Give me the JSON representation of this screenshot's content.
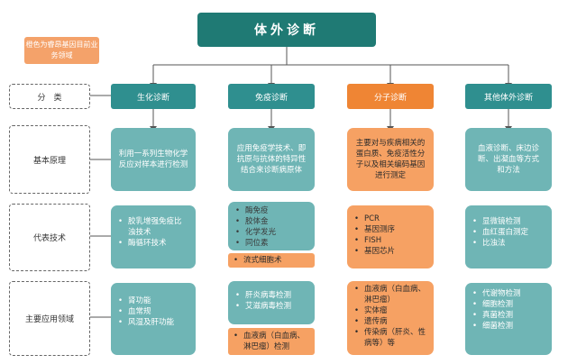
{
  "title": "体外诊断",
  "legend": "橙色为睿昂基因目前业务领域",
  "row_labels": [
    "分　类",
    "基本原理",
    "代表技术",
    "主要应用领域"
  ],
  "columns": [
    {
      "name": "生化诊断",
      "principle": "利用一系列生物化学反应对样本进行检测",
      "techniques": [
        "胶乳增强免疫比浊技术",
        "酶循环技术"
      ],
      "applications": [
        "肾功能",
        "血常规",
        "风湿及肝功能"
      ]
    },
    {
      "name": "免疫诊断",
      "principle": "应用免疫学技术、即抗原与抗体的特异性结合来诊断病原体",
      "techniques": [
        "酶免疫",
        "胶体金",
        "化学发光",
        "同位素"
      ],
      "technique_highlight": "流式细胞术",
      "applications": [
        "肝炎病毒检测",
        "艾滋病毒检测"
      ],
      "application_highlight": "血液病（白血病、淋巴瘤）检测"
    },
    {
      "name": "分子诊断",
      "principle": "主要对与疾病相关的蛋白质、免疫活性分子以及相关编码基因进行测定",
      "techniques": [
        "PCR",
        "基因测序",
        "FISH",
        "基因芯片"
      ],
      "applications": [
        "血液病（白血病、淋巴瘤）",
        "实体瘤",
        "遗传病",
        "传染病（肝炎、性病等）等"
      ]
    },
    {
      "name": "其他体外诊断",
      "principle": "血液诊断、床边诊断、出凝血等方式和方法",
      "techniques": [
        "显微镜检测",
        "血红蛋白测定",
        "比浊法"
      ],
      "applications": [
        "代谢物检测",
        "细胞检测",
        "真菌检测",
        "细菌检测"
      ]
    }
  ],
  "colors": {
    "teal_dark": "#1f7a74",
    "teal": "#2f8f8f",
    "teal_light": "#6fb5b5",
    "orange": "#ef8534",
    "orange_light": "#f6a163"
  }
}
